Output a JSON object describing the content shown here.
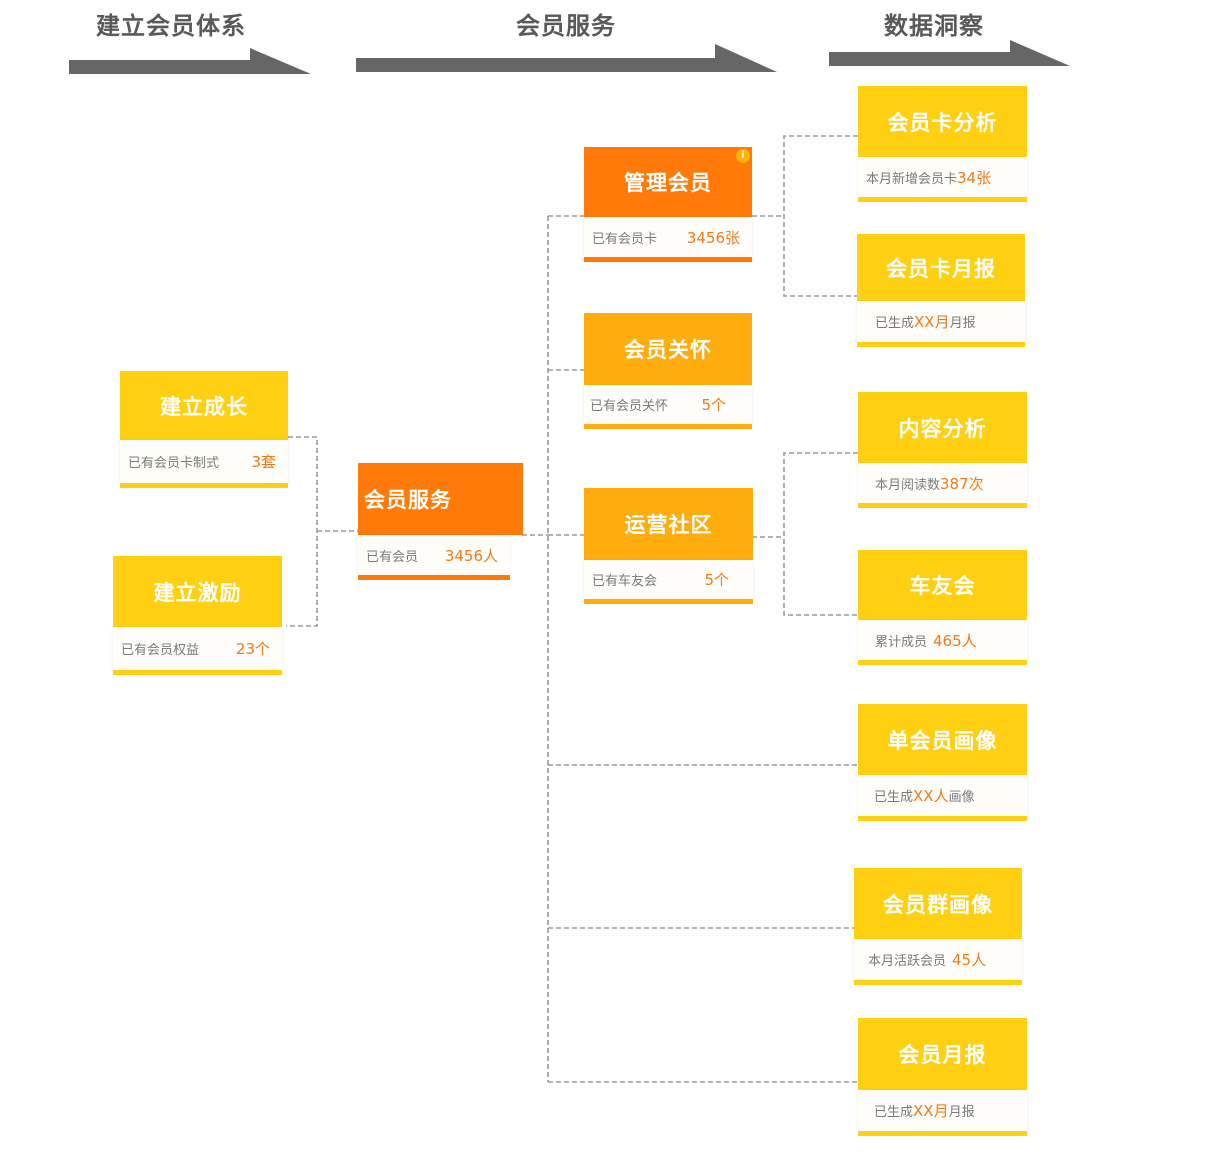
{
  "headers": {
    "build_system": "建立会员体系",
    "member_service": "会员服务",
    "data_insight": "数据洞察"
  },
  "colors": {
    "yellow": "#ffd012",
    "orange": "#ff7a08",
    "amber": "#ffac0e",
    "arrow": "#666666",
    "connector": "#999999",
    "value_text": "#f07a1a"
  },
  "cards": {
    "growth": {
      "title": "建立成长",
      "label": "已有会员卡制式",
      "value": "3套"
    },
    "incentive": {
      "title": "建立激励",
      "label": "已有会员权益",
      "value": "23个"
    },
    "service": {
      "title": "会员服务",
      "label": "已有会员",
      "value": "3456人"
    },
    "manage": {
      "title": "管理会员",
      "label": "已有会员卡",
      "value": "3456张",
      "badge": "i"
    },
    "care": {
      "title": "会员关怀",
      "label": "已有会员关怀",
      "value": "5个"
    },
    "community": {
      "title": "运营社区",
      "label": "已有车友会",
      "value": "5个"
    },
    "card_analysis": {
      "title": "会员卡分析",
      "label": "本月新增会员卡",
      "value": "34张"
    },
    "card_monthly": {
      "title": "会员卡月报",
      "label_pre": "已生成",
      "value": "XX月",
      "label_post": "月报"
    },
    "content_analysis": {
      "title": "内容分析",
      "label": "本月阅读数",
      "value": "387次"
    },
    "car_club": {
      "title": "车友会",
      "label": "累计成员",
      "value": "465人"
    },
    "single_portrait": {
      "title": "单会员画像",
      "label_pre": "已生成",
      "value": "XX人",
      "label_post": "画像"
    },
    "group_portrait": {
      "title": "会员群画像",
      "label": "本月活跃会员",
      "value": "45人"
    },
    "member_monthly": {
      "title": "会员月报",
      "label_pre": "已生成",
      "value": "XX月",
      "label_post": "月报"
    }
  }
}
